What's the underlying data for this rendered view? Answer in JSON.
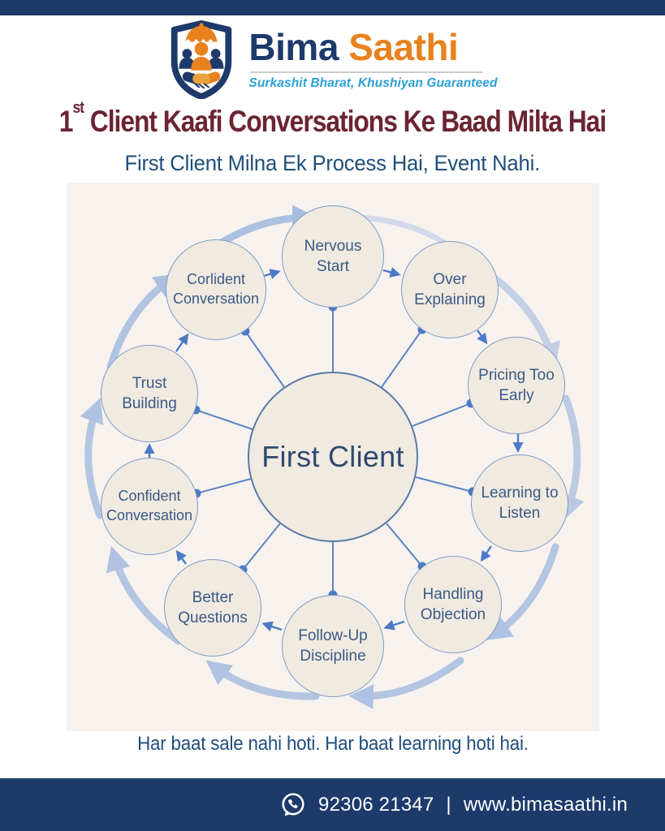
{
  "logo": {
    "brand_first": "Bima",
    "brand_second": "Saathi",
    "tagline": "Surkashit Bharat, Khushiyan Guaranteed",
    "icon": "shield-umbrella-handshake-icon",
    "colors": {
      "navy": "#1e3a6b",
      "orange": "#e8821e",
      "tagline_blue": "#2d9fd6"
    }
  },
  "headline": {
    "number": "1",
    "ordinal_suffix": "st",
    "text": " Client Kaafi Conversations Ke Baad Milta Hai",
    "color": "#6b2433"
  },
  "subheadline": {
    "text": "First Client Milna Ek Process Hai, Event Nahi.",
    "color": "#1f4e79"
  },
  "diagram": {
    "type": "cycle-hub-spoke",
    "hub_label": "First Client",
    "nodes": [
      "Nervous Start",
      "Over Explaining",
      "Pricing Too Early",
      "Learning to Listen",
      "Handling Objection",
      "Follow-Up Discipline",
      "Better Questions",
      "Confident Conversation",
      "Trust Building",
      "Corlident Conversation"
    ],
    "flow_direction": "clockwise",
    "colors": {
      "panel_bg": "#f7f2ee",
      "circle_fill": "#f0eae1",
      "circle_border": "#7e9cc6",
      "label_text": "#3a5a85",
      "spokes": "#5d84c3",
      "small_arrows": "#4d7ac6",
      "swoosh_arrows": "#a4bbdf"
    }
  },
  "footer_tagline": {
    "text": "Har baat sale nahi hoti. Har baat learning hoti hai."
  },
  "footer_bar": {
    "icon": "whatsapp-icon",
    "phone": "92306 21347",
    "separator": "|",
    "website": "www.bimasaathi.in",
    "bg": "#1d3a6b"
  }
}
